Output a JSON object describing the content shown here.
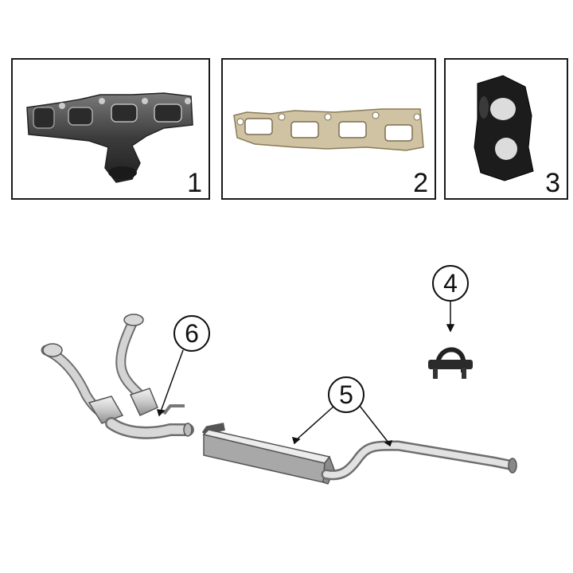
{
  "panels": [
    {
      "label": "1",
      "part": "exhaust-manifold"
    },
    {
      "label": "2",
      "part": "manifold-gasket"
    },
    {
      "label": "3",
      "part": "rubber-hanger-insulator"
    }
  ],
  "callouts": [
    {
      "label": "4",
      "part": "exhaust-clamp"
    },
    {
      "label": "5",
      "part": "muffler-and-tailpipe"
    },
    {
      "label": "6",
      "part": "front-pipe-with-catalytic-converter"
    }
  ]
}
